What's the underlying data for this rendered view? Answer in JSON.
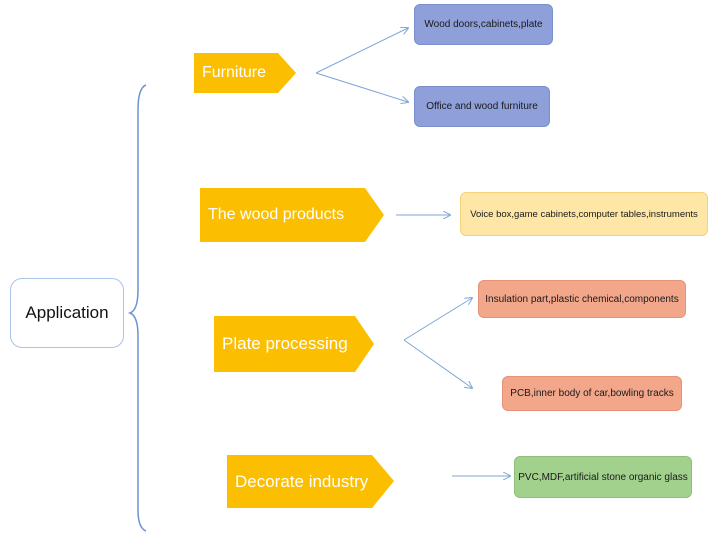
{
  "root": {
    "label": "Application"
  },
  "categories": [
    {
      "label": "Furniture"
    },
    {
      "label": "The wood products"
    },
    {
      "label": "Plate processing"
    },
    {
      "label": "Decorate industry"
    }
  ],
  "leaves": [
    {
      "label": "Wood doors,cabinets,plate"
    },
    {
      "label": "Office and wood furniture"
    },
    {
      "label": "Voice box,game cabinets,computer tables,instruments"
    },
    {
      "label": "Insulation part,plastic chemical,components"
    },
    {
      "label": "PCB,inner body of car,bowling tracks"
    },
    {
      "label": "PVC,MDF,artificial stone organic glass"
    }
  ],
  "colors": {
    "category_fill": "#fbbe00",
    "category_text": "#ffffff",
    "line": "#7ea6d6",
    "leaf_blue": "#8e9fd9",
    "leaf_yellow": "#fde6a6",
    "leaf_red": "#f2a68a",
    "leaf_green": "#a2d18e"
  }
}
